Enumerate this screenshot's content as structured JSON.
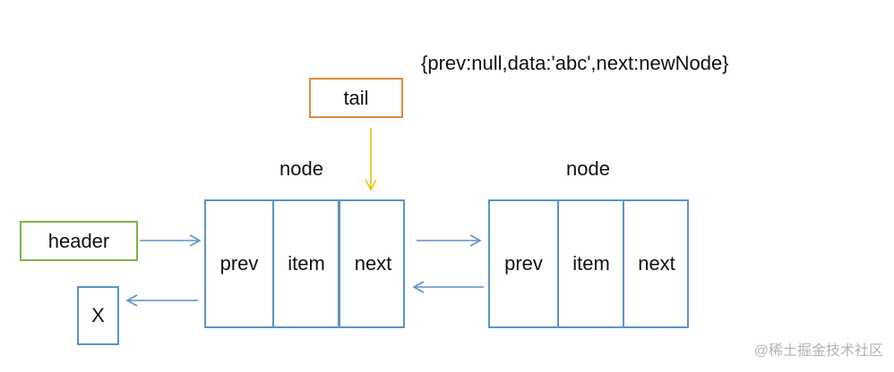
{
  "object_literal": "{prev:null,data:'abc',next:newNode}",
  "tail_label": "tail",
  "header_label": "header",
  "null_label": "X",
  "nodes": [
    {
      "title": "node",
      "fields": [
        "prev",
        "item",
        "next"
      ]
    },
    {
      "title": "node",
      "fields": [
        "prev",
        "item",
        "next"
      ]
    }
  ],
  "watermark": "@稀土掘金技术社区",
  "colors": {
    "node_border": "#5b93c8",
    "header_border": "#7ab648",
    "tail_border": "#e08a3c",
    "tail_arrow": "#f2c000",
    "link_arrow": "#5b93c8"
  }
}
